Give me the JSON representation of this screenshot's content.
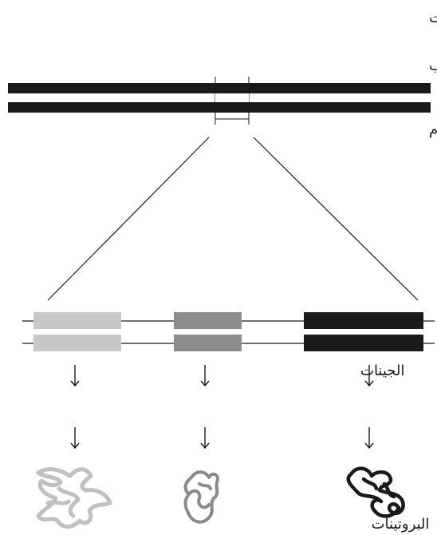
{
  "labels": {
    "chromosomes": "الكروموسومات",
    "paternal": "الخاصة بالأب",
    "maternal": "الخاصة بالأم",
    "genes": "الجينات",
    "proteins": "البروتينات"
  },
  "colors": {
    "chromosome": "#1a1a1a",
    "gene_light": "#c8c8c8",
    "gene_mid": "#8c8c8c",
    "gene_dark": "#1a1a1a",
    "protein_light": "#c0c0c0",
    "protein_mid": "#8a8a8a",
    "protein_dark": "#1a1a1a"
  },
  "icons": {
    "arrow": "down-arrow-icon",
    "protein": "folded-protein-icon"
  }
}
